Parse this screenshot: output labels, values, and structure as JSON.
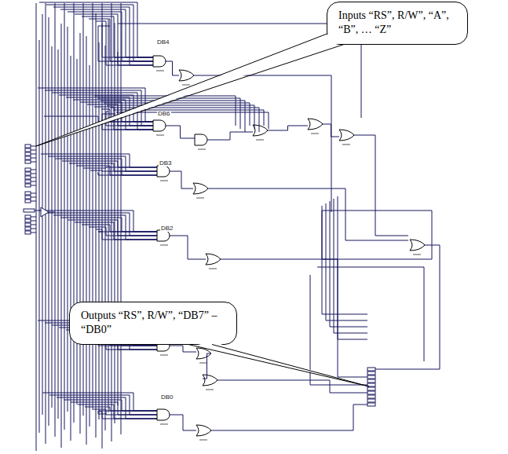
{
  "diagram": {
    "nodes": [
      {
        "text": [
          "Inputs “RS”, R/W”, “A”, “B”, … “Z”"
        ]
      },
      {
        "text": [
          "Outputs “RS”, R/W”, “DB7” – “DB0”"
        ]
      }
    ],
    "labels": [
      "DB4",
      "DB6",
      "DB3",
      "DB2",
      "DB0"
    ]
  }
}
